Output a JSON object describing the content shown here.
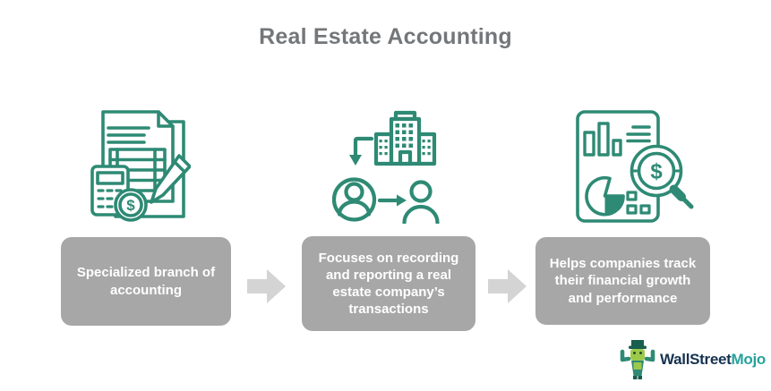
{
  "title": "Real Estate Accounting",
  "steps": [
    {
      "icon": "invoice-calculator-pencil-icon",
      "label": "Specialized branch of accounting"
    },
    {
      "icon": "building-tenants-transfer-icon",
      "label": "Focuses on recording and reporting a real estate company’s transactions"
    },
    {
      "icon": "financial-report-magnifier-icon",
      "label": "Helps companies track their financial growth and performance"
    }
  ],
  "connector": {
    "icon": "right-block-arrow-icon"
  },
  "glyphs": {
    "dollar": "$"
  },
  "logo": {
    "icon": "bull-mascot-icon",
    "brand_primary": "WallStreet",
    "brand_accent": "Mojo"
  },
  "colors": {
    "icon_stroke": "#2E8A74",
    "box_fill": "#A7A7A7",
    "box_text": "#FFFFFF",
    "arrow_fill": "#D4D4D4",
    "title_text": "#74777A",
    "logo_primary": "#16324F",
    "logo_accent": "#27A29C"
  }
}
